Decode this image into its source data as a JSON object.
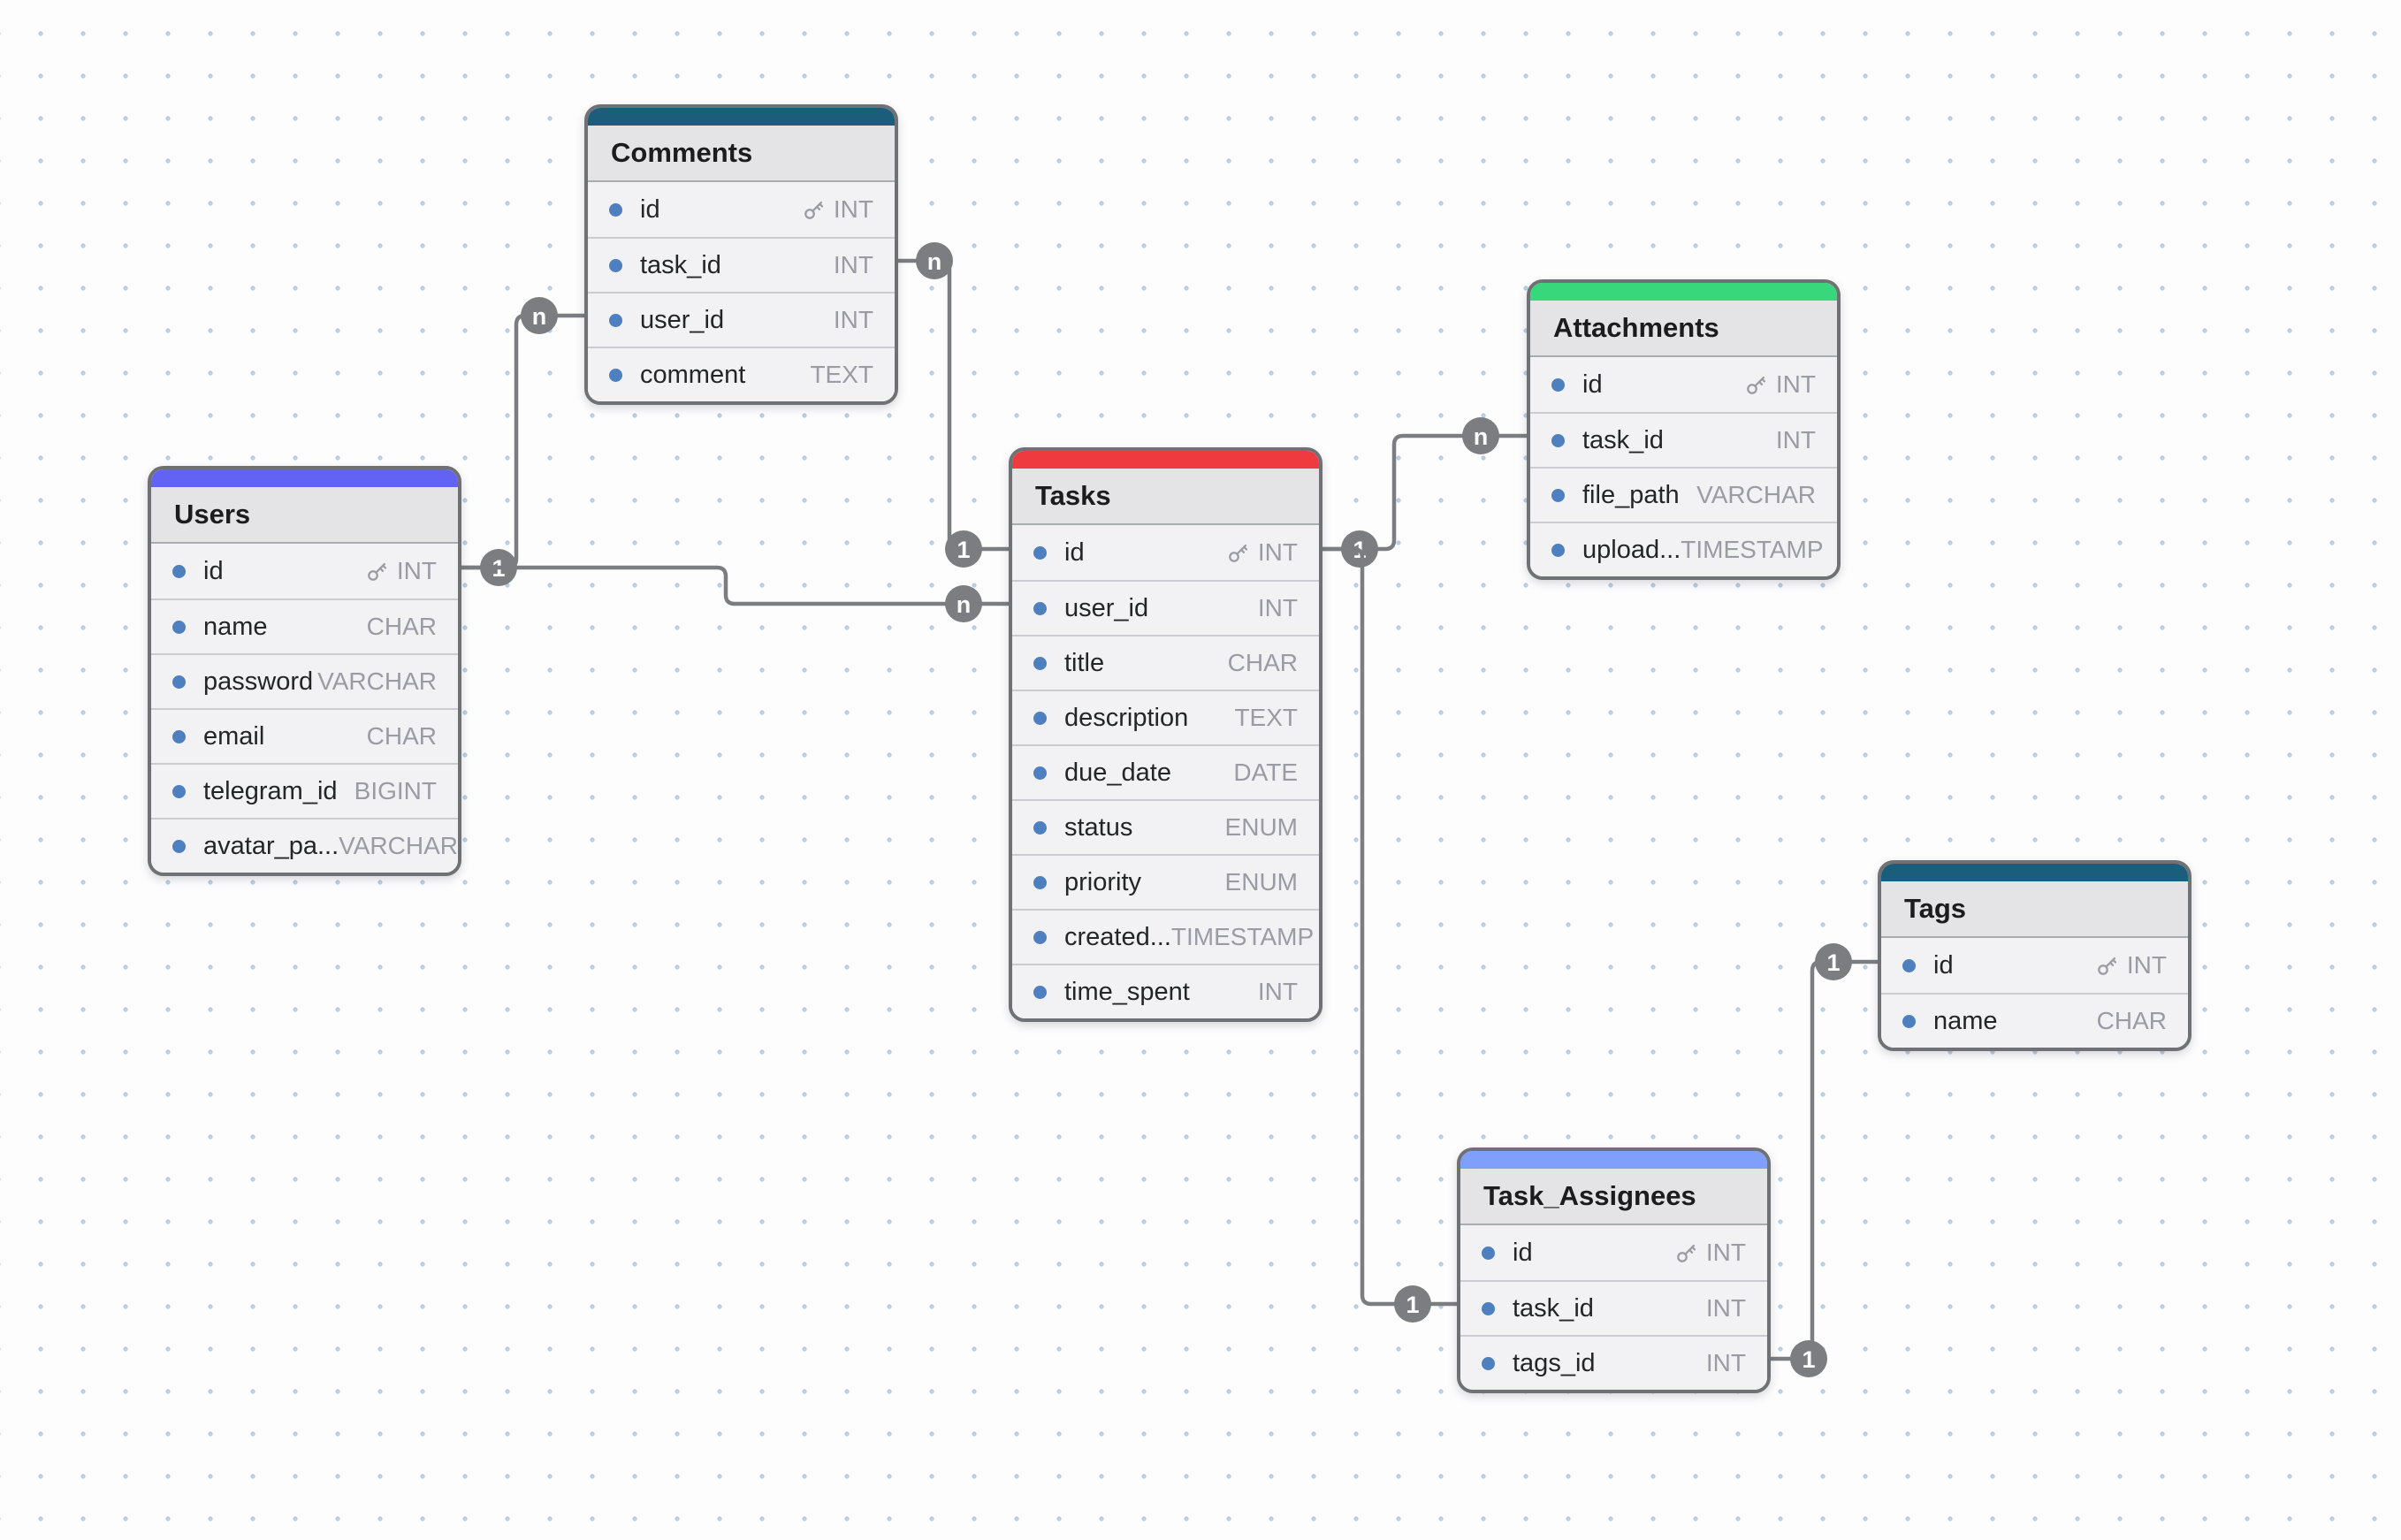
{
  "diagram": {
    "kind": "entity-relationship-diagram",
    "background_color": "#fdfdfe",
    "grid_dot_color": "#b4cfe6",
    "relationship_line_color": "#7b7d81",
    "cardinality_badge_color": "#7b7d81",
    "cardinality_badge_text_color": "#ffffff",
    "field_dot_color": "#4e80bf",
    "primary_key_icon": "key-icon"
  },
  "tables": [
    {
      "name": "Comments",
      "header_color": "#1b5e7b",
      "fields": [
        {
          "name": "id",
          "type": "INT",
          "pk": true
        },
        {
          "name": "task_id",
          "type": "INT",
          "pk": false
        },
        {
          "name": "user_id",
          "type": "INT",
          "pk": false
        },
        {
          "name": "comment",
          "type": "TEXT",
          "pk": false
        }
      ]
    },
    {
      "name": "Users",
      "header_color": "#6263f2",
      "fields": [
        {
          "name": "id",
          "type": "INT",
          "pk": true
        },
        {
          "name": "name",
          "type": "CHAR",
          "pk": false
        },
        {
          "name": "password",
          "type": "VARCHAR",
          "pk": false
        },
        {
          "name": "email",
          "type": "CHAR",
          "pk": false
        },
        {
          "name": "telegram_id",
          "type": "BIGINT",
          "pk": false
        },
        {
          "name": "avatar_pa...",
          "type": "VARCHAR",
          "pk": false
        }
      ]
    },
    {
      "name": "Tasks",
      "header_color": "#ef3b3f",
      "fields": [
        {
          "name": "id",
          "type": "INT",
          "pk": true
        },
        {
          "name": "user_id",
          "type": "INT",
          "pk": false
        },
        {
          "name": "title",
          "type": "CHAR",
          "pk": false
        },
        {
          "name": "description",
          "type": "TEXT",
          "pk": false
        },
        {
          "name": "due_date",
          "type": "DATE",
          "pk": false
        },
        {
          "name": "status",
          "type": "ENUM",
          "pk": false
        },
        {
          "name": "priority",
          "type": "ENUM",
          "pk": false
        },
        {
          "name": "created...",
          "type": "TIMESTAMP",
          "pk": false
        },
        {
          "name": "time_spent",
          "type": "INT",
          "pk": false
        }
      ]
    },
    {
      "name": "Attachments",
      "header_color": "#38d77c",
      "fields": [
        {
          "name": "id",
          "type": "INT",
          "pk": true
        },
        {
          "name": "task_id",
          "type": "INT",
          "pk": false
        },
        {
          "name": "file_path",
          "type": "VARCHAR",
          "pk": false
        },
        {
          "name": "upload...",
          "type": "TIMESTAMP",
          "pk": false
        }
      ]
    },
    {
      "name": "Tags",
      "header_color": "#1b5e7b",
      "fields": [
        {
          "name": "id",
          "type": "INT",
          "pk": true
        },
        {
          "name": "name",
          "type": "CHAR",
          "pk": false
        }
      ]
    },
    {
      "name": "Task_Assignees",
      "header_color": "#7f9ffb",
      "fields": [
        {
          "name": "id",
          "type": "INT",
          "pk": true
        },
        {
          "name": "task_id",
          "type": "INT",
          "pk": false
        },
        {
          "name": "tags_id",
          "type": "INT",
          "pk": false
        }
      ]
    }
  ],
  "edges": [
    {
      "id": "users_comments",
      "from": "Users.id",
      "from_label": "1",
      "to": "Comments.user_id",
      "to_label": "n"
    },
    {
      "id": "users_tasks",
      "from": "Users.id",
      "from_label": "1",
      "to": "Tasks.user_id",
      "to_label": "n"
    },
    {
      "id": "comments_tasks",
      "from": "Comments.task_id",
      "from_label": "n",
      "to": "Tasks.id",
      "to_label": "1"
    },
    {
      "id": "tasks_attachments",
      "from": "Tasks.id",
      "from_label": "1",
      "to": "Attachments.task_id",
      "to_label": "n"
    },
    {
      "id": "tasks_taskassignees",
      "from": "Tasks.id",
      "from_label": "1",
      "to": "Task_Assignees.task_id",
      "to_label": "1"
    },
    {
      "id": "taskassignees_tags",
      "from": "Task_Assignees.tags_id",
      "from_label": "1",
      "to": "Tags.id",
      "to_label": "1"
    }
  ]
}
